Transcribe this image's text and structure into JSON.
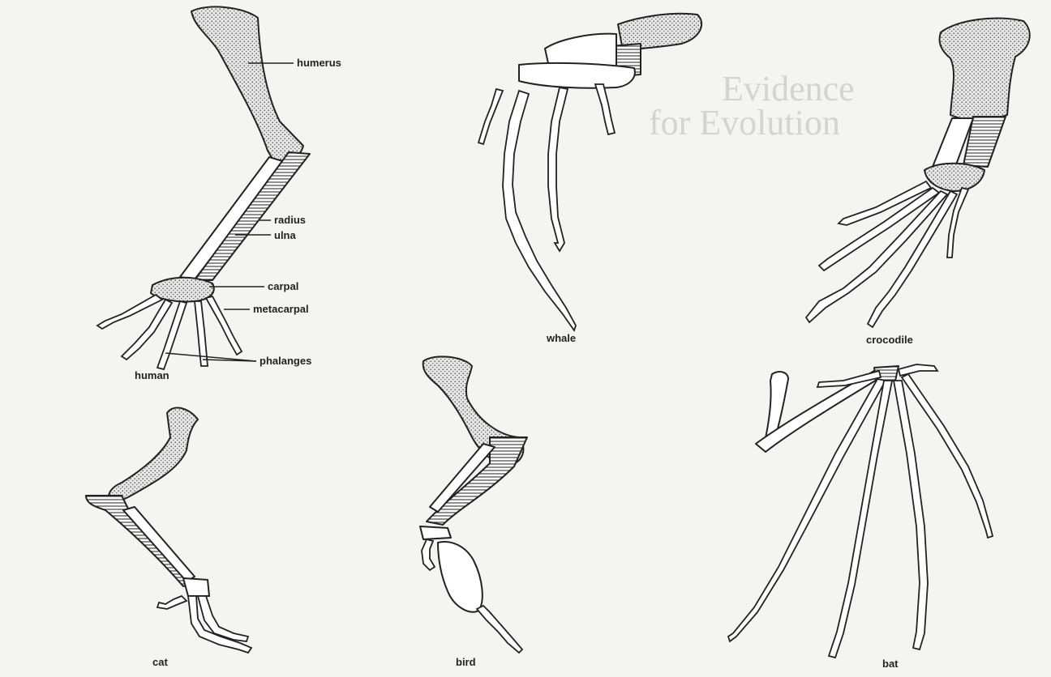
{
  "background_text": {
    "heading_line_1": "Evidence",
    "heading_line_2": "for Evolution"
  },
  "specimens": {
    "human": "human",
    "whale": "whale",
    "crocodile": "crocodile",
    "cat": "cat",
    "bird": "bird",
    "bat": "bat"
  },
  "bone_labels": {
    "humerus": "humerus",
    "radius": "radius",
    "ulna": "ulna",
    "carpal": "carpal",
    "metacarpal": "metacarpal",
    "phalanges": "phalanges"
  },
  "patterns": {
    "stipple": "humerus",
    "hatch": "ulna",
    "plain": "radius"
  },
  "colors": {
    "ink": "#222222",
    "paper": "#f4f4f2"
  }
}
